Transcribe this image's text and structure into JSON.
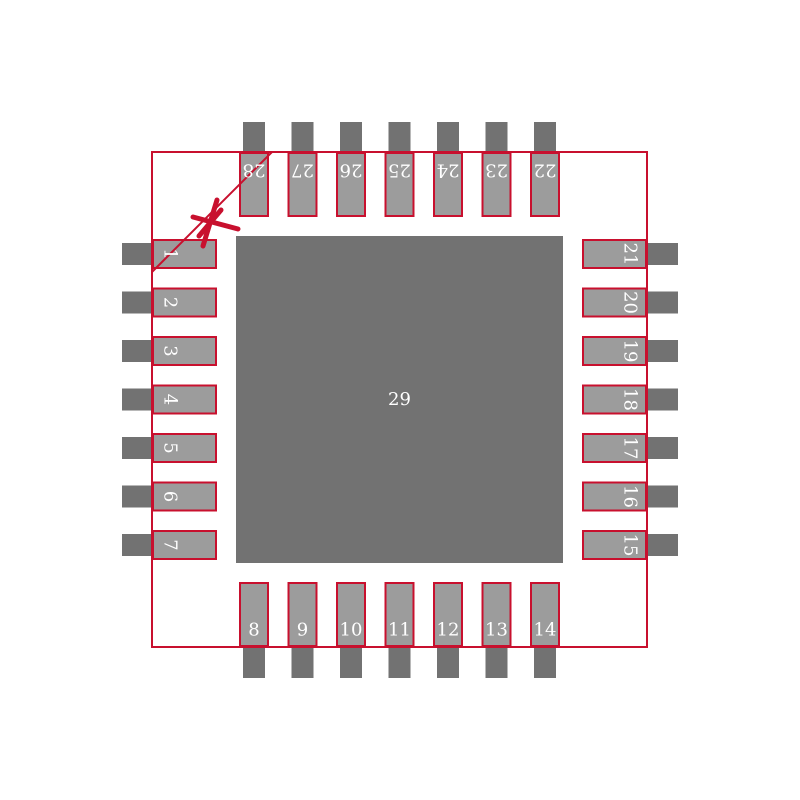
{
  "footprint": {
    "pads_left": [
      "1",
      "2",
      "3",
      "4",
      "5",
      "6",
      "7"
    ],
    "pads_bottom": [
      "8",
      "9",
      "10",
      "11",
      "12",
      "13",
      "14"
    ],
    "pads_right": [
      "15",
      "16",
      "17",
      "18",
      "19",
      "20",
      "21"
    ],
    "pads_top": [
      "22",
      "23",
      "24",
      "25",
      "26",
      "27",
      "28"
    ],
    "exposed_pad": "29"
  },
  "colors": {
    "background": "#ffffff",
    "lead": "#727272",
    "pad_fill": "#9c9c9c",
    "outline": "#c8102e",
    "label": "#ffffff",
    "exposed_pad": "#727272"
  },
  "icons": {
    "pin1_marker": "asterisk-marker"
  }
}
